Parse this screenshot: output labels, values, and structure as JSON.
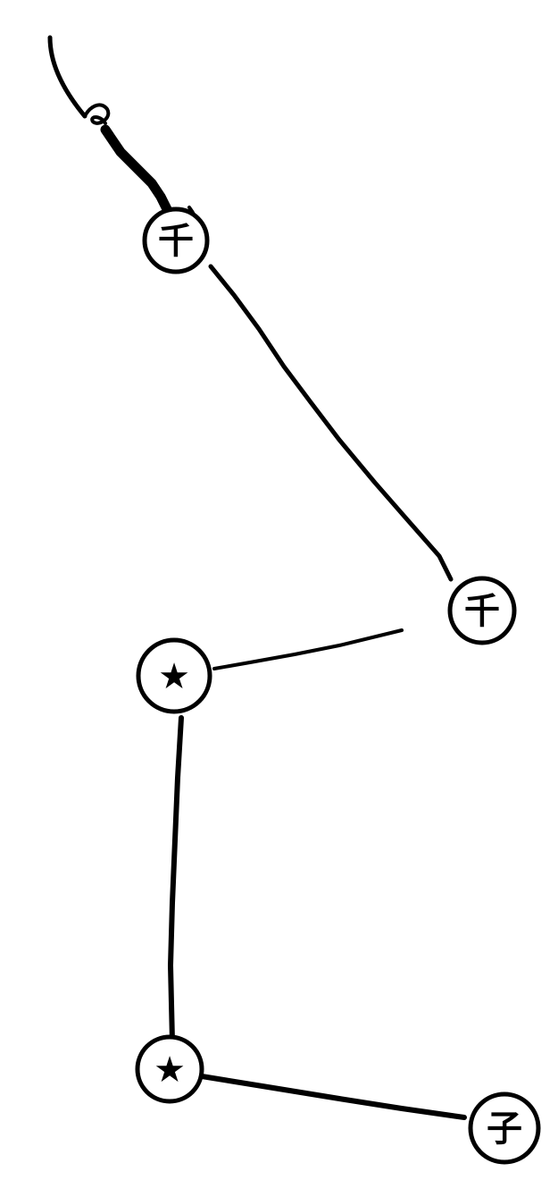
{
  "diagram": {
    "ink_color": "#000000",
    "background_color": "#ffffff",
    "nodes": [
      {
        "id": "n1",
        "glyph": "千"
      },
      {
        "id": "n2",
        "glyph": "千"
      },
      {
        "id": "n3",
        "glyph": "★"
      },
      {
        "id": "n4",
        "glyph": "★"
      },
      {
        "id": "n5",
        "glyph": "子"
      }
    ],
    "edges": [
      {
        "from": "n1",
        "to": "n2"
      },
      {
        "from": "n2",
        "to": "n3"
      },
      {
        "from": "n3",
        "to": "n4"
      },
      {
        "from": "n4",
        "to": "n5"
      }
    ]
  }
}
